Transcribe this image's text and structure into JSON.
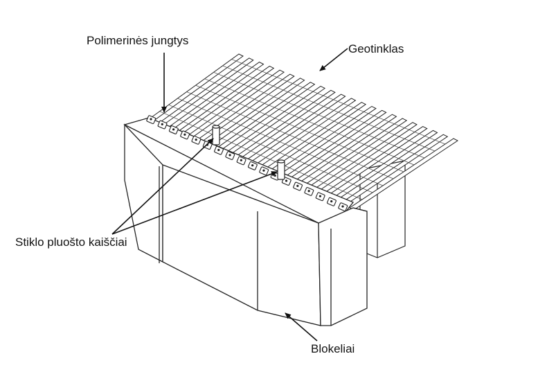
{
  "labels": {
    "connectors": "Polimerinės jungtys",
    "geogrid": "Geotinklas",
    "fiberglass_strips": "Stiklo pluošto kaiščiai",
    "blocks": "Blokeliai"
  },
  "colors": {
    "line": "#222222",
    "fill": "#ffffff"
  }
}
